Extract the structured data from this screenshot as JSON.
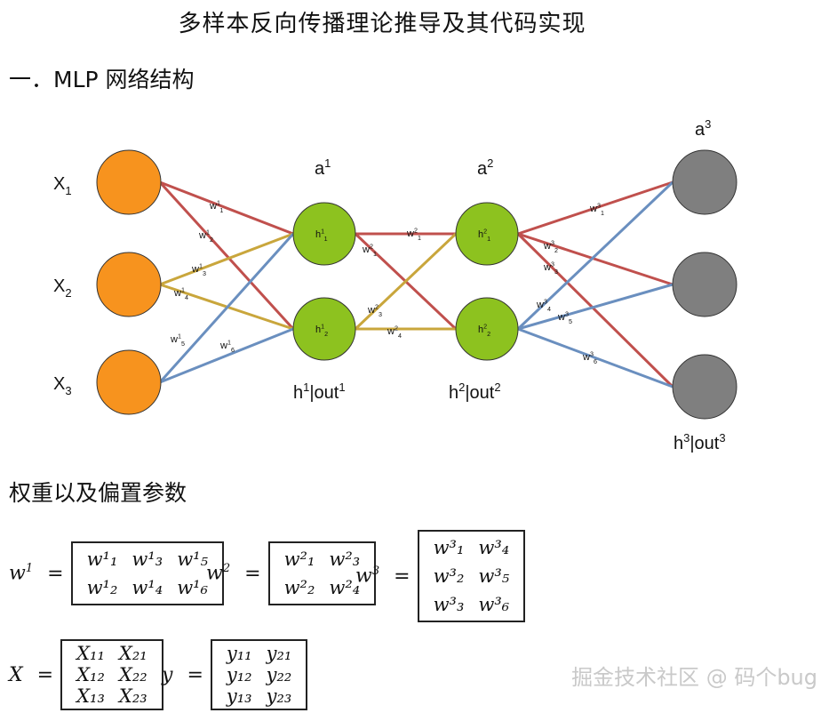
{
  "title": "多样本反向传播理论推导及其代码实现",
  "section1": "一．MLP 网络结构",
  "section2": "权重以及偏置参数",
  "watermark": "掘金技术社区 @ 码个bug",
  "network": {
    "input_nodes": [
      {
        "label": "X",
        "sub": "1"
      },
      {
        "label": "X",
        "sub": "2"
      },
      {
        "label": "X",
        "sub": "3"
      }
    ],
    "hidden1_nodes": [
      {
        "label": "h",
        "sup": "1",
        "sub": "1"
      },
      {
        "label": "h",
        "sup": "1",
        "sub": "2"
      }
    ],
    "hidden2_nodes": [
      {
        "label": "h",
        "sup": "2",
        "sub": "1"
      },
      {
        "label": "h",
        "sup": "2",
        "sub": "2"
      }
    ],
    "output_nodes": 3,
    "layer_labels": {
      "a1": {
        "base": "a",
        "sup": "1"
      },
      "a2": {
        "base": "a",
        "sup": "2"
      },
      "a3": {
        "base": "a",
        "sup": "3"
      },
      "h1out": {
        "h": "h",
        "hsup": "1",
        "mid": "|out",
        "osup": "1"
      },
      "h2out": {
        "h": "h",
        "hsup": "2",
        "mid": "|out",
        "osup": "2"
      },
      "h3out": {
        "h": "h",
        "hsup": "3",
        "mid": "|out",
        "osup": "3"
      }
    },
    "weights_layer1": [
      {
        "w": "w",
        "sup": "1",
        "sub": "1"
      },
      {
        "w": "w",
        "sup": "1",
        "sub": "2"
      },
      {
        "w": "w",
        "sup": "1",
        "sub": "3"
      },
      {
        "w": "w",
        "sup": "1",
        "sub": "4"
      },
      {
        "w": "w",
        "sup": "1",
        "sub": "5"
      },
      {
        "w": "w",
        "sup": "1",
        "sub": "6"
      }
    ],
    "weights_layer2": [
      {
        "w": "w",
        "sup": "2",
        "sub": "1"
      },
      {
        "w": "w",
        "sup": "2",
        "sub": "1"
      },
      {
        "w": "w",
        "sup": "2",
        "sub": "3"
      },
      {
        "w": "w",
        "sup": "2",
        "sub": "4"
      }
    ],
    "weights_layer3": [
      {
        "w": "w",
        "sup": "3",
        "sub": "1"
      },
      {
        "w": "w",
        "sup": "3",
        "sub": "2"
      },
      {
        "w": "w",
        "sup": "3",
        "sub": "3"
      },
      {
        "w": "w",
        "sup": "3",
        "sub": "4"
      },
      {
        "w": "w",
        "sup": "3",
        "sub": "5"
      },
      {
        "w": "w",
        "sup": "3",
        "sub": "6"
      }
    ],
    "colors": {
      "input": "#F7931E",
      "hidden": "#8DC21F",
      "output": "#7F7F7F",
      "red": "#C0504D",
      "gold": "#C9A63C",
      "blue": "#6A8FBF"
    }
  },
  "equations": {
    "w1": {
      "lhs": "w",
      "sup": "1",
      "rows": [
        [
          "w¹₁",
          "w¹₃",
          "w¹₅"
        ],
        [
          "w¹₂",
          "w¹₄",
          "w¹₆"
        ]
      ]
    },
    "w2": {
      "lhs": "w",
      "sup": "2",
      "rows": [
        [
          "w²₁",
          "w²₃"
        ],
        [
          "w²₂",
          "w²₄"
        ]
      ]
    },
    "w3": {
      "lhs": "w",
      "sup": "3",
      "rows": [
        [
          "w³₁",
          "w³₄"
        ],
        [
          "w³₂",
          "w³₅"
        ],
        [
          "w³₃",
          "w³₆"
        ]
      ]
    },
    "X": {
      "lhs": "X",
      "rows": [
        [
          "X₁₁",
          "X₂₁"
        ],
        [
          "X₁₂",
          "X₂₂"
        ],
        [
          "X₁₃",
          "X₂₃"
        ]
      ]
    },
    "y": {
      "lhs": "y",
      "rows": [
        [
          "y₁₁",
          "y₂₁"
        ],
        [
          "y₁₂",
          "y₂₂"
        ],
        [
          "y₁₃",
          "y₂₃"
        ]
      ]
    },
    "equals": "="
  }
}
